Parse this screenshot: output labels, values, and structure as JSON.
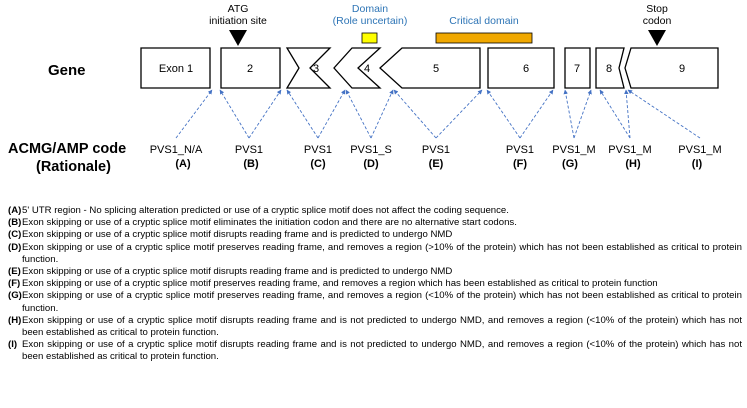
{
  "colors": {
    "arrow": "#4472c4",
    "domain_label": "#2e75b6",
    "role_uncertain_fill": "#ffff00",
    "critical_fill": "#f0a800",
    "exon_stroke": "#000000"
  },
  "gene_label": "Gene",
  "code_label": "ACMG/AMP code",
  "code_sublabel": "(Rationale)",
  "annotations": {
    "atg": [
      "ATG",
      "initiation site"
    ],
    "stop": [
      "Stop",
      "codon"
    ],
    "domain_uncertain": [
      "Domain",
      "(Role uncertain)"
    ],
    "critical_domain": "Critical domain"
  },
  "exons": [
    "Exon 1",
    "2",
    "3",
    "4",
    "5",
    "6",
    "7",
    "8",
    "9"
  ],
  "codes": [
    {
      "code": "PVS1_N/A",
      "letter": "(A)"
    },
    {
      "code": "PVS1",
      "letter": "(B)"
    },
    {
      "code": "PVS1",
      "letter": "(C)"
    },
    {
      "code": "PVS1_S",
      "letter": "(D)"
    },
    {
      "code": "PVS1",
      "letter": "(E)"
    },
    {
      "code": "PVS1",
      "letter": "(F)"
    },
    {
      "code": "PVS1_M",
      "letter": "(G)"
    },
    {
      "code": "PVS1_M",
      "letter": "(H)"
    },
    {
      "code": "PVS1_M",
      "letter": "(I)"
    }
  ],
  "notes": [
    {
      "label": "(A)",
      "text": "5' UTR region - No splicing alteration predicted or use of a cryptic splice motif does not affect the coding sequence."
    },
    {
      "label": "(B)",
      "text": "Exon skipping or use of a cryptic splice motif eliminates the initiation codon and there are no alternative start codons."
    },
    {
      "label": "(C)",
      "text": "Exon skipping or use of a cryptic splice motif disrupts reading frame and is predicted to undergo NMD"
    },
    {
      "label": "(D)",
      "text": "Exon skipping or use of a cryptic splice motif preserves reading frame, and removes a region (>10% of the protein) which has not been established as critical to protein function."
    },
    {
      "label": "(E)",
      "text": "Exon skipping or use of a cryptic splice motif disrupts reading frame and is predicted to undergo NMD"
    },
    {
      "label": "(F)",
      "text": "Exon skipping or use of a cryptic splice motif preserves reading frame, and removes a region which has been established as critical to protein function"
    },
    {
      "label": "(G)",
      "text": "Exon skipping or use of a cryptic splice motif preserves reading frame, and removes a region (<10% of the protein) which has not been established as critical to protein function."
    },
    {
      "label": "(H)",
      "text": "Exon skipping or use of a cryptic splice motif disrupts reading frame and is not predicted to undergo NMD, and removes a region (<10% of the protein) which has not been established as critical to protein function."
    },
    {
      "label": "(I)",
      "text": "Exon skipping or use of a cryptic splice motif disrupts reading frame and is not predicted to undergo NMD, and removes a region (<10% of the protein) which has not been established as critical to protein function."
    }
  ]
}
